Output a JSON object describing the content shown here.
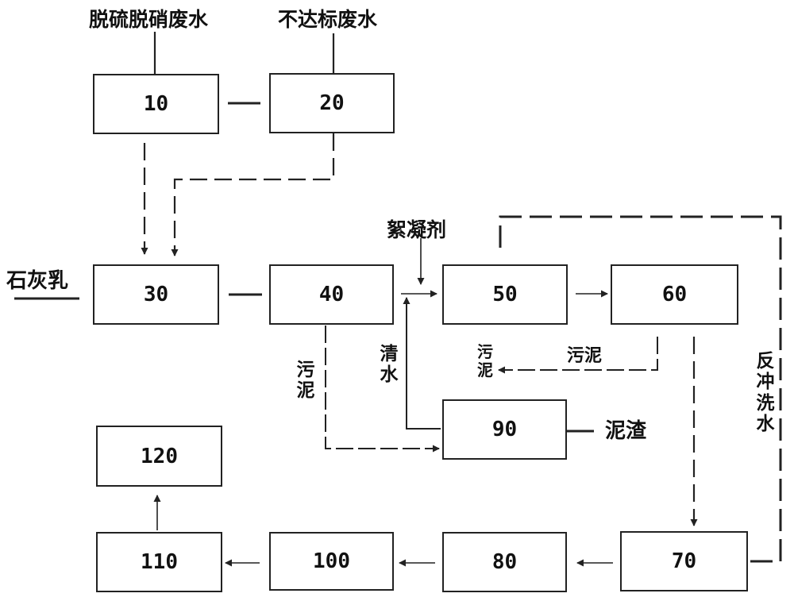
{
  "boxes": {
    "b10": "10",
    "b20": "20",
    "b30": "30",
    "b40": "40",
    "b50": "50",
    "b60": "60",
    "b70": "70",
    "b80": "80",
    "b90": "90",
    "b100": "100",
    "b110": "110",
    "b120": "120"
  },
  "labels": {
    "desulf_wastewater": "脱硫脱硝废水",
    "substandard_wastewater": "不达标废水",
    "lime_milk": "石灰乳",
    "flocculant": "絮凝剂",
    "sludge_40": "污泥",
    "clear_water": "清水",
    "sludge_50": "污泥",
    "sludge_60": "污泥",
    "backwash_water": "反冲洗水",
    "sludge_residue": "泥渣"
  }
}
